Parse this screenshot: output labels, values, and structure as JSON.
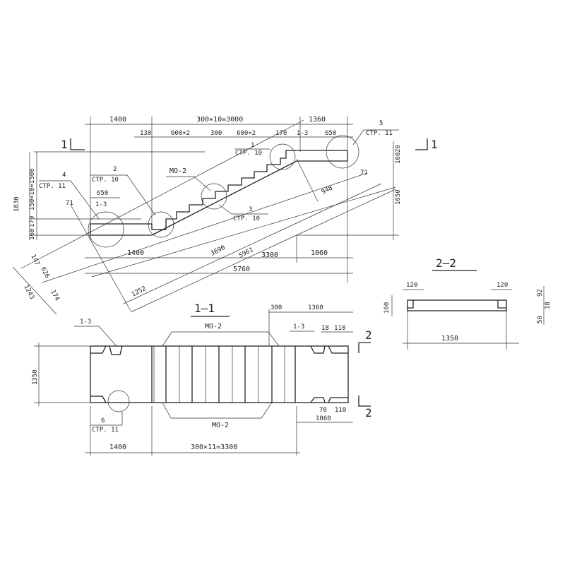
{
  "elevation": {
    "section_mark_left": "1",
    "section_mark_right": "1",
    "dim_top": [
      "1400",
      "300×10=3000",
      "1360"
    ],
    "dim_second": [
      "130",
      "600×2",
      "300",
      "600×2",
      "170",
      "1-3",
      "650"
    ],
    "left_dims": [
      "1830",
      "150×10=1500",
      "170",
      "160"
    ],
    "right_dims": [
      "20",
      "160",
      "1650"
    ],
    "bottom_dims": [
      "1400",
      "3300",
      "1060",
      "5760"
    ],
    "diag_dims": [
      "3690",
      "5961",
      "1252",
      "948",
      "626",
      "1243",
      "147",
      "174",
      "71",
      "71"
    ],
    "callouts": {
      "c4": {
        "num": "4",
        "ref": "СТР. 11"
      },
      "c2": {
        "num": "2",
        "ref": "СТР. 10"
      },
      "c1": {
        "num": "1",
        "ref": "СТР. 10"
      },
      "c3": {
        "num": "3",
        "ref": "СТР. 10"
      },
      "c5": {
        "num": "5",
        "ref": "СТР. 11"
      },
      "mo2": "МО-2",
      "d650": "650",
      "n13": "1-3"
    }
  },
  "section11": {
    "title": "1—1",
    "dims_top": [
      "300",
      "1360"
    ],
    "d1350": "1350",
    "labels": {
      "l13a": "1-3",
      "mo2_top": "МО-2",
      "l13b": "1-3",
      "d18": "18",
      "d110": "110",
      "mo2_bot": "МО-2",
      "d70": "70",
      "d110b": "110",
      "d1060": "1060",
      "c6": "6",
      "c6ref": "СТР. 11"
    },
    "dims_bottom": [
      "1400",
      "300×11=3300"
    ],
    "cut_marks": [
      "2",
      "2"
    ]
  },
  "section22": {
    "title": "2—2",
    "dims": [
      "120",
      "120",
      "160",
      "92",
      "18",
      "50",
      "1350"
    ]
  }
}
